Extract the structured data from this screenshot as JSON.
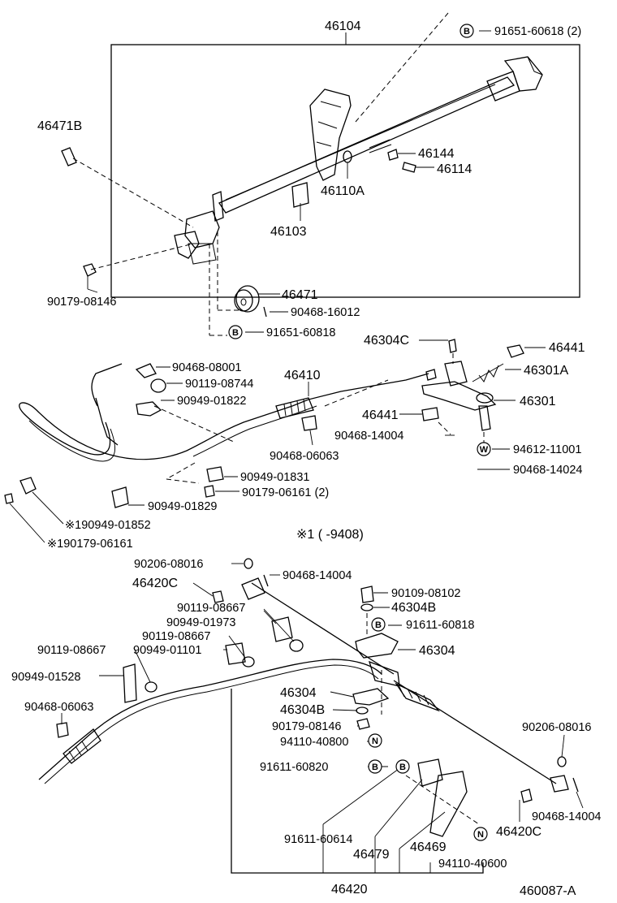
{
  "diagram": {
    "assembly_label": "46104",
    "footer_code": "460087-A",
    "note": "※1 (        -9408)",
    "parts": {
      "p46471B": "46471B",
      "p91651_60618": "91651-60618 (2)",
      "p46144": "46144",
      "p46114": "46114",
      "p46110A": "46110A",
      "p46103": "46103",
      "p90179_08146_top": "90179-08146",
      "p46471": "46471",
      "p90468_16012": "90468-16012",
      "p91651_60818": "91651-60818",
      "p46304C": "46304C",
      "p46441_a": "46441",
      "p90468_08001": "90468-08001",
      "p90119_08744": "90119-08744",
      "p46410": "46410",
      "p46301A": "46301A",
      "p90949_01822": "90949-01822",
      "p46301": "46301",
      "p46441_b": "46441",
      "p90468_14004_a": "90468-14004",
      "p90468_06063_a": "90468-06063",
      "p94612_11001": "94612-11001",
      "p90468_14024": "90468-14024",
      "p90949_01831": "90949-01831",
      "p90179_06161_2": "90179-06161 (2)",
      "p90949_01829": "90949-01829",
      "p190949_01852": "※190949-01852",
      "p190179_06161": "※190179-06161",
      "p90206_08016_a": "90206-08016",
      "p90468_14004_b": "90468-14004",
      "p46420C_a": "46420C",
      "p90109_08102": "90109-08102",
      "p90119_08667_a": "90119-08667",
      "p46304B_a": "46304B",
      "p90949_01973": "90949-01973",
      "p91611_60818": "91611-60818",
      "p90119_08667_b": "90119-08667",
      "p46304_a": "46304",
      "p90119_08667_c": "90119-08667",
      "p90949_01101": "90949-01101",
      "p90949_01528": "90949-01528",
      "p46304_b": "46304",
      "p46304B_b": "46304B",
      "p90468_06063_b": "90468-06063",
      "p90179_08146_b": "90179-08146",
      "p94110_40800": "94110-40800",
      "p90206_08016_b": "90206-08016",
      "p91611_60820": "91611-60820",
      "p90468_14004_c": "90468-14004",
      "p46420C_b": "46420C",
      "p91611_60614": "91611-60614",
      "p46479": "46479",
      "p46469": "46469",
      "p94110_40600": "94110-40600",
      "p46420": "46420"
    },
    "badges": {
      "b": "B",
      "w": "W",
      "n": "N"
    }
  }
}
